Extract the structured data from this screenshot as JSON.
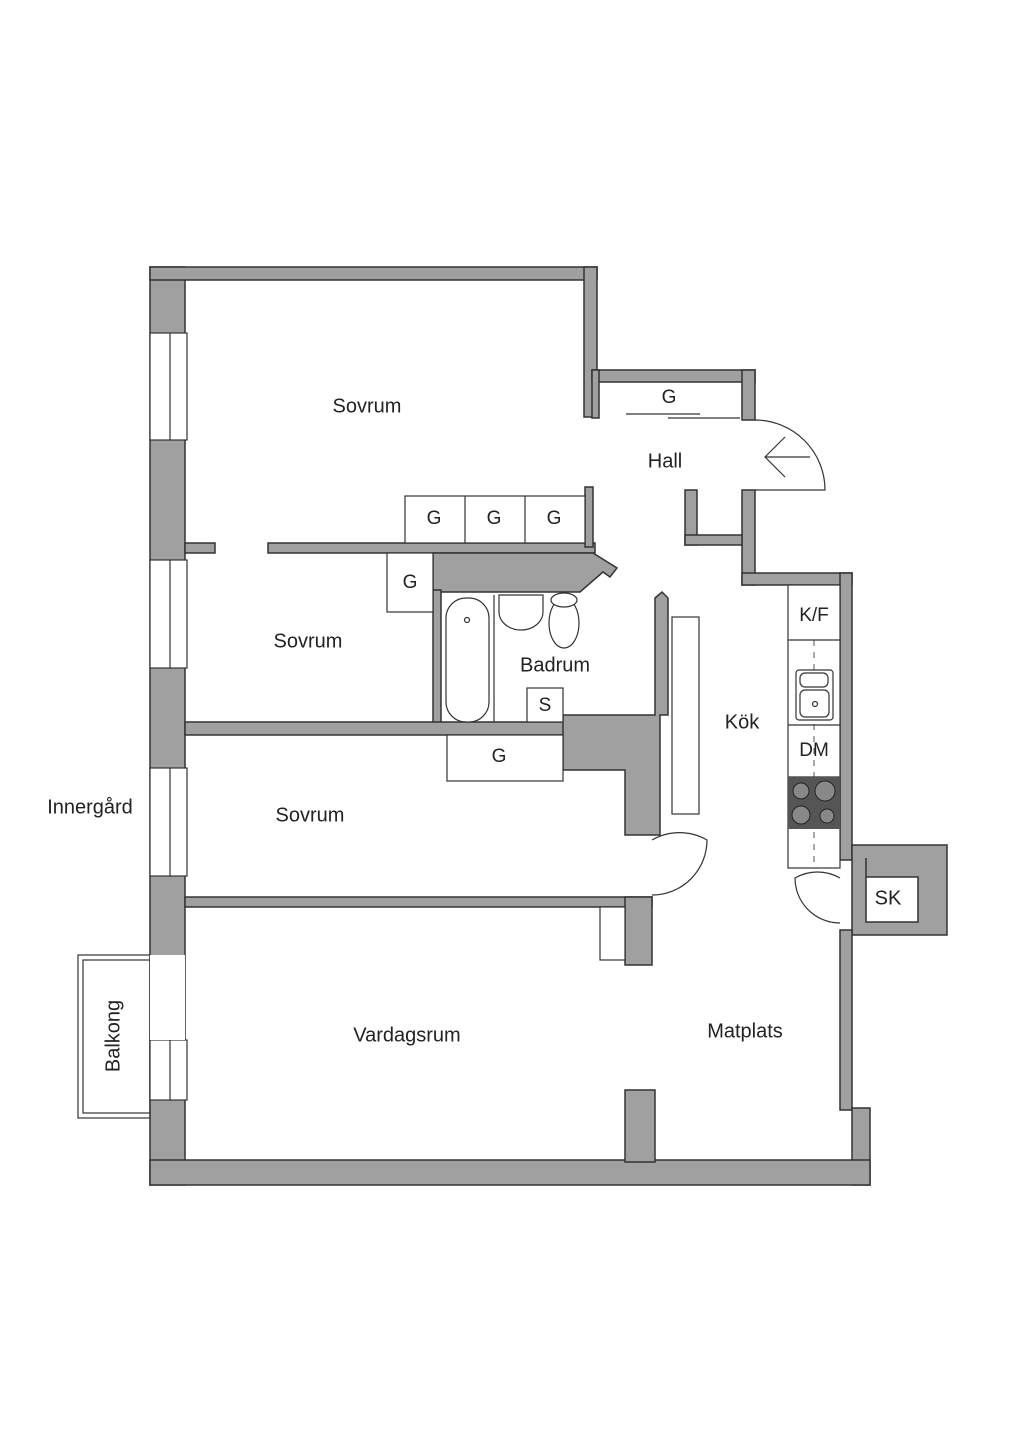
{
  "rooms": {
    "sovrum_1": "Sovrum",
    "sovrum_2": "Sovrum",
    "sovrum_3": "Sovrum",
    "hall": "Hall",
    "badrum": "Badrum",
    "kok": "Kök",
    "vardagsrum": "Vardagsrum",
    "matplats": "Matplats",
    "sk": "SK",
    "balkong": "Balkong",
    "innergard": "Innergård"
  },
  "fixtures": {
    "g_hall": "G",
    "g_row_1": "G",
    "g_row_2": "G",
    "g_row_3": "G",
    "g_sovrum2": "G",
    "g_corridor": "G",
    "s": "S",
    "kf": "K/F",
    "dm": "DM"
  },
  "colors": {
    "wall": "#a0a0a0",
    "stove": "#555555"
  }
}
